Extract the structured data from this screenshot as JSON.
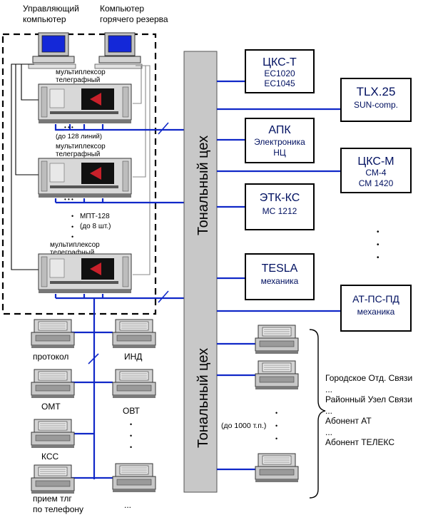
{
  "computers": {
    "control": [
      "Управляющий",
      "компьютер"
    ],
    "reserve": [
      "Компьютер",
      "горячего резерва"
    ]
  },
  "multiplexer_label": [
    "мультиплексор",
    "телеграфный"
  ],
  "lines_note": "(до 128 линий)",
  "mpt": [
    "МПТ-128",
    "(до 8 шт.)"
  ],
  "dots3": "• • •",
  "dot": "•",
  "ellipsis": "...",
  "tonal_shop": "Тональный цех",
  "stations": [
    {
      "title": "ЦКС-Т",
      "lines": [
        "ЕС1020",
        "ЕС1045"
      ]
    },
    {
      "title": "TLX.25",
      "lines": [
        "SUN-comp."
      ]
    },
    {
      "title": "АПК",
      "lines": [
        "Электроника",
        "НЦ"
      ]
    },
    {
      "title": "ЦКС-М",
      "lines": [
        "СМ-4",
        "СМ 1420"
      ]
    },
    {
      "title": "ЭТК-КС",
      "lines": [
        "МС 1212"
      ]
    },
    {
      "title": "TESLA",
      "lines": [
        "механика"
      ]
    },
    {
      "title": "АТ-ПС-ПД",
      "lines": [
        "механика"
      ]
    }
  ],
  "printers_left": [
    "протокол",
    "ОМТ",
    "КСС",
    "прием тлг",
    "по телефону"
  ],
  "printers_mid": [
    "ИНД",
    "ОВТ"
  ],
  "subscribers_note": "(до 1000 т.п.)",
  "subscriber_list": [
    "Городское Отд. Связи",
    "...",
    "Районный Узел Связи",
    "...",
    "Абонент АТ",
    "...",
    "Абонент ТЕЛЕКС"
  ],
  "colors": {
    "bus": "#1028c8",
    "box_text": "#001060",
    "monitor_screen": "#1428d8",
    "panel": "#c8c8c8"
  },
  "icons": [
    "computer-icon",
    "multiplexer-icon",
    "printer-icon",
    "brace-icon"
  ]
}
